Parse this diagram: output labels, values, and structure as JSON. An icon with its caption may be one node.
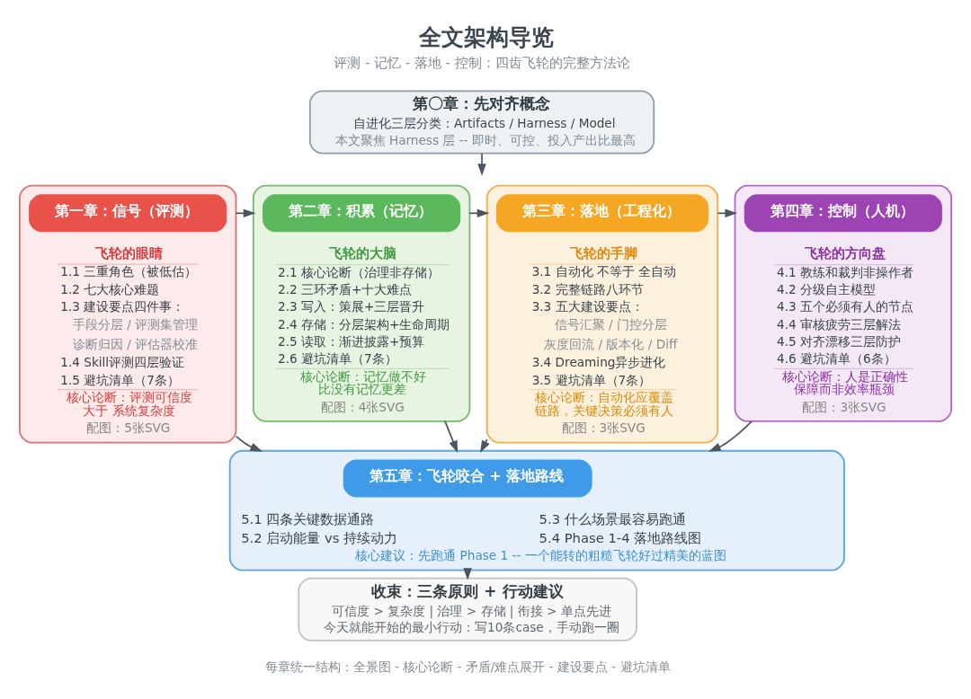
{
  "diagram": {
    "title": "全文架构导览",
    "caption": "每章统一结构：全景图 - 核心论断 - 矛盾/难点展开 - 建设要点 - 避坑清单",
    "nodes": [
      {
        "text": [
          "第〇章：先对齐概念",
          "自进化三层分类：Artifacts / Harness / Model",
          "本文聚焦 Harness 层 -- 即时、可控、投入产出比最高"
        ]
      },
      {
        "text": [
          "飞轮的眼睛",
          "1.1 三重角色（被低估）",
          "1.2 七大核心难题",
          "1.3 建设要点四件事：",
          "手段分层 / 评测集管理",
          "诊断归因 / 评估器校准",
          "1.4 Skill评测四层验证",
          "1.5 避坑清单（7条）",
          "核心论断：评测可信度大于 系统复杂度",
          "配图：5张SVG"
        ]
      },
      {
        "text": [
          "第一章：信号（评测）"
        ],
        "in": 1
      },
      {
        "text": [
          "飞轮的大脑",
          "2.1 核心论断（治理非存储）",
          "2.2 三环矛盾+十大难点",
          "2.3 写入：策展+三层晋升",
          "2.4 存储：分层架构+生命周期",
          "2.5 读取：渐进披露+预算",
          "2.6 避坑清单（7条）",
          "核心论断：记忆做不好比没有记忆更差",
          "配图：4张SVG"
        ]
      },
      {
        "text": [
          "第二章：积累（记忆）"
        ],
        "in": 3
      },
      {
        "text": [
          "飞轮的手脚",
          "3.1 自动化 不等于 全自动",
          "3.2 完整链路八环节",
          "3.3 五大建设要点：",
          "信号汇聚 / 门控分层",
          "灰度回流 / 版本化 / Diff",
          "3.4 Dreaming异步进化",
          "3.5 避坑清单（7条）",
          "核心论断：自动化应覆盖链路，关键决策必须有人",
          "配图：3张SVG"
        ]
      },
      {
        "text": [
          "第三章：落地（工程化）"
        ],
        "in": 5
      },
      {
        "text": [
          "飞轮的方向盘",
          "4.1 教练和裁判非操作者",
          "4.2 分级自主模型",
          "4.3 五个必须有人的节点",
          "4.4 审核疲劳三层解法",
          "4.5 对齐漂移三层防护",
          "4.6 避坑清单（6条）",
          "核心论断：人是正确性保障而非效率瓶颈",
          "配图：3张SVG"
        ]
      },
      {
        "text": [
          "第四章：控制（人机）"
        ],
        "in": 7
      },
      {
        "text": [
          "5.1 四条关键数据通路",
          "5.2 启动能量 vs 持续动力",
          "5.3 什么场景最容易跑通",
          "5.4 Phase 1-4 落地路线图",
          "核心建议：先跑通 Phase 1 -- 一个能转的粗糙飞轮好过精美的蓝图"
        ]
      },
      {
        "text": [
          "第五章：飞轮咬合 + 落地路线"
        ],
        "in": 9
      },
      {
        "text": [
          "收束：三条原则 + 行动建议",
          "可信度 > 复杂度 | 治理 > 存储 | 衔接 > 单点先进",
          "今天就能开始的最小行动：写10条case，手动跑一圈"
        ]
      }
    ],
    "edges": [
      {
        "from": 0,
        "to": null,
        "arrow": "to"
      },
      {
        "from": 1,
        "to": 3,
        "arrow": "to"
      },
      {
        "from": 3,
        "to": 5,
        "arrow": "to"
      },
      {
        "from": 5,
        "to": 7,
        "arrow": "to"
      },
      {
        "from": 1,
        "to": 9,
        "arrow": "to"
      },
      {
        "from": 3,
        "to": 9,
        "arrow": "to"
      },
      {
        "from": 5,
        "to": 9,
        "arrow": "to"
      },
      {
        "from": 7,
        "to": 9,
        "arrow": "to"
      },
      {
        "from": 9,
        "to": 11,
        "arrow": "to"
      }
    ],
    "labels": [
      "评测 - 记忆 - 落地 - 控制：四齿飞轮的完整方法论"
    ]
  }
}
